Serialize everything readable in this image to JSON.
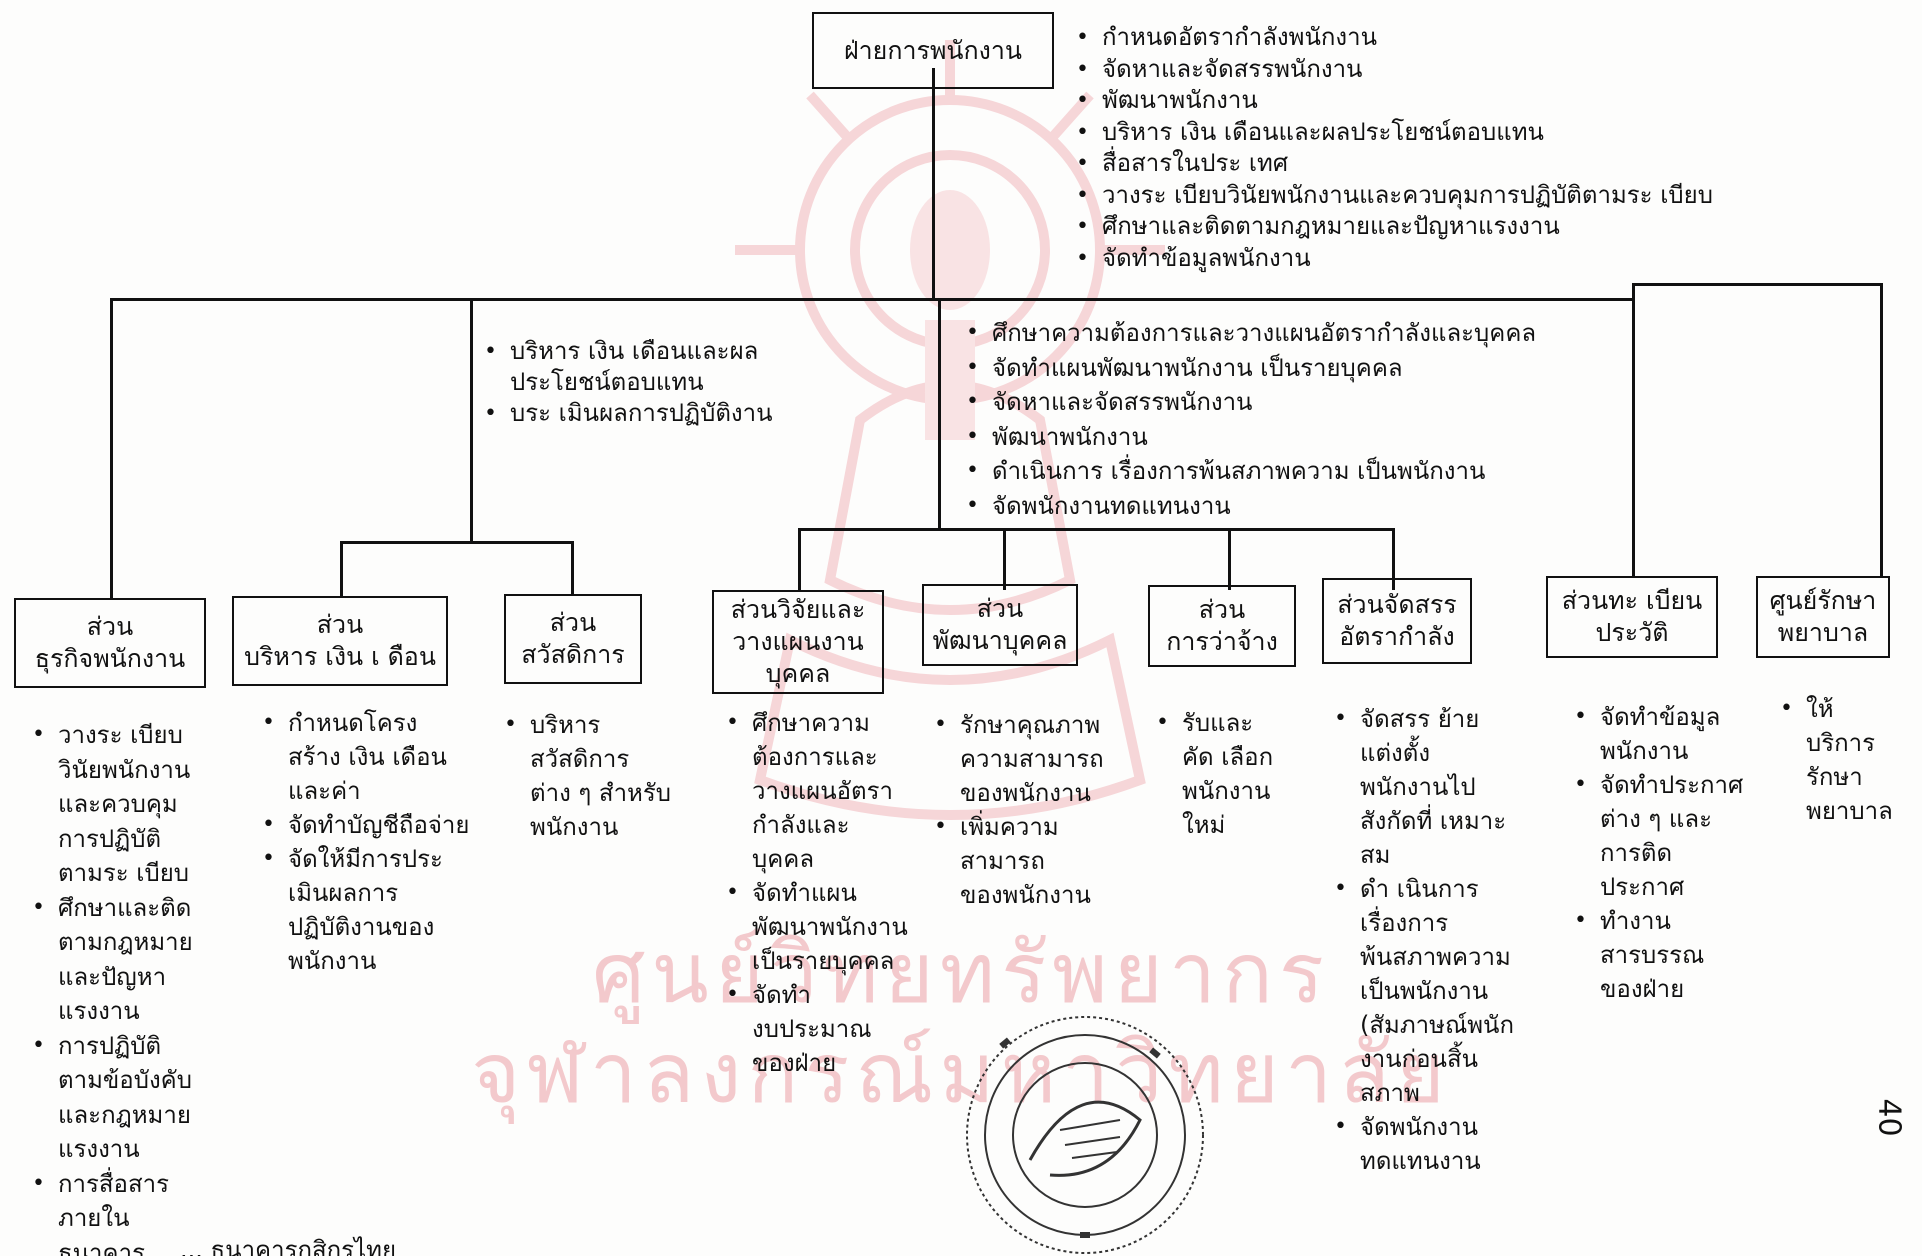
{
  "top_unit": {
    "title": "ฝ่ายการพนักงาน",
    "duties": [
      "กำหนดอัตรากำลังพนักงาน",
      "จัดหาและจัดสรรพนักงาน",
      "พัฒนาพนักงาน",
      "บริหาร เงิน เดือนและผลประโยชน์ตอบแทน",
      "สื่อสารในประ เทศ",
      "วางระ เบียบวินัยพนักงานและควบคุมการปฏิบัติตามระ เบียบ",
      "ศึกษาและติดตามกฎหมายและปัญหาแรงงาน",
      "จัดทำข้อมูลพนักงาน"
    ]
  },
  "group_left": {
    "duties": [
      "บริหาร เงิน เดือนและผล\nประโยชน์ตอบแทน",
      "บระ เมินผลการปฏิบัติงาน"
    ]
  },
  "group_center": {
    "duties": [
      "ศึกษาความต้องการและวางแผนอัตรากำลังและบุคคล",
      "จัดทำแผนพัฒนาพนักงาน เป็นรายบุคคล",
      "จัดหาและจัดสรรพนักงาน",
      "พัฒนาพนักงาน",
      "ดำเนินการ เรื่องการพ้นสภาพความ เป็นพนักงาน",
      "จัดพนักงานทดแทนงาน"
    ]
  },
  "units": [
    {
      "title_lines": [
        "ส่วน",
        "ธุรกิจพนักงาน"
      ],
      "duties": [
        "วางระ เบียบ\nวินัยพนักงาน\nและควบคุม\nการปฏิบัติ\nตามระ เบียบ",
        "ศึกษาและติด\nตามกฎหมาย\nและปัญหา\nแรงงาน",
        "การปฏิบัติ\nตามข้อบังคับ\nและกฎหมาย\nแรงงาน",
        "การสื่อสาร\nภายใน\nธนาคาร"
      ]
    },
    {
      "title_lines": [
        "ส่วน",
        "บริหาร เงิน เ ดือน"
      ],
      "duties": [
        "กำหนดโครง\nสร้าง เงิน เดือน\nและค่า",
        "จัดทำบัญชีถือจ่าย",
        "จัดให้มีการประ\nเมินผลการ\nปฏิบัติงานของ\nพนักงาน"
      ]
    },
    {
      "title_lines": [
        "ส่วน",
        "สวัสดิการ"
      ],
      "duties": [
        "บริหาร\nสวัสดิการ\nต่าง ๆ สำหรับ\nพนักงาน"
      ]
    },
    {
      "title_lines": [
        "ส่วนวิจัยและ",
        "วางแผนงาน",
        "บุคคล"
      ],
      "duties": [
        "ศึกษาความ\nต้องการและ\nวางแผนอัตรา\nกำลังและ\nบุคคล",
        "จัดทำแผน\nพัฒนาพนักงาน\nเป็นรายบุคคล",
        "จัดทำ\nงบประมาณ\nของฝ่าย"
      ]
    },
    {
      "title_lines": [
        "ส่วน",
        "พัฒนาบุคคล"
      ],
      "duties": [
        "รักษาคุณภาพ\nความสามารถ\nของพนักงาน",
        "เพิ่มความ\nสามารถ\nของพนักงาน"
      ]
    },
    {
      "title_lines": [
        "ส่วน",
        "การว่าจ้าง"
      ],
      "duties": [
        "รับและ\nคัด เลือก\nพนักงาน\nใหม่"
      ]
    },
    {
      "title_lines": [
        "ส่วนจัดสรร",
        "อัตรากำลัง"
      ],
      "duties": [
        "จัดสรร ย้าย\nแต่งตั้ง\nพนักงานไป\nสังกัดที่ เหมาะ\nสม",
        "ดำ เนินการ\nเรื่องการ\nพ้นสภาพความ\nเป็นพนักงาน\n(สัมภาษณ์พนัก\nงานก่อนสิ้น\nสภาพ",
        "จัดพนักงาน\nทดแทนงาน"
      ]
    },
    {
      "title_lines": [
        "ส่วนทะ เบียน",
        "ประวัติ"
      ],
      "duties": [
        "จัดทำข้อมูล\nพนักงาน",
        "จัดทำประกาศ\nต่าง ๆ และ\nการติด\nประกาศ",
        "ทำงาน\nสารบรรณ\nของฝ่าย"
      ]
    },
    {
      "title_lines": [
        "ศูนย์รักษา",
        "พยาบาล"
      ],
      "duties": [
        "ให้\nบริการ\nรักษา\nพยาบาล"
      ]
    }
  ],
  "watermark": {
    "line1": "ศูนย์วิทยทรัพยากร",
    "line2": "จุฬาลงกรณ์มหาวิทยาลัย"
  },
  "page_number": "40",
  "footer_text": "... ธนาคารกสิกรไทย",
  "colors": {
    "ink": "#111111",
    "watermark": "#f3c9cc",
    "paper": "#fdfdfc"
  }
}
